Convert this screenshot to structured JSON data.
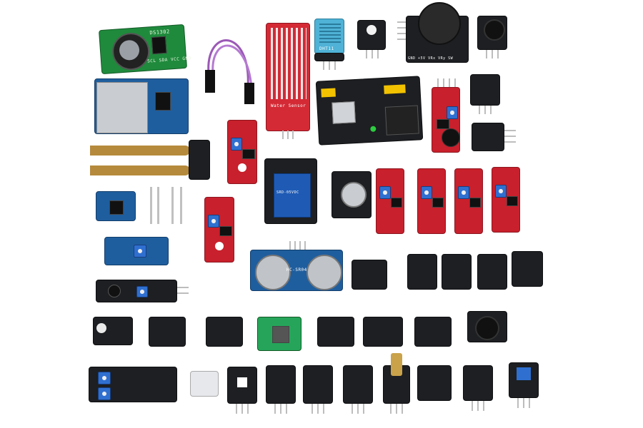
{
  "scene": {
    "background": "#ffffff",
    "description_kind": "sensor-module-kit-photo"
  },
  "labels": {
    "ultrasonic": "HC-SR04",
    "rtc_pins": "SCL SDA VCC GND",
    "rtc_chip": "DS1302",
    "joystick_pins": "GND +5V VRx VRy SW",
    "dht": "DHT11",
    "relay": "SRD-05VDC",
    "water": "Water Sensor"
  },
  "colors": {
    "board_black": "#1d1f22",
    "board_red": "#c8202c",
    "board_blue": "#1f5e9e",
    "board_green": "#1f8a3c",
    "dht_blue": "#4fb2d6",
    "water_red": "#d42a35",
    "led_red": "#ff3b30",
    "led_green": "#2ecc40"
  }
}
